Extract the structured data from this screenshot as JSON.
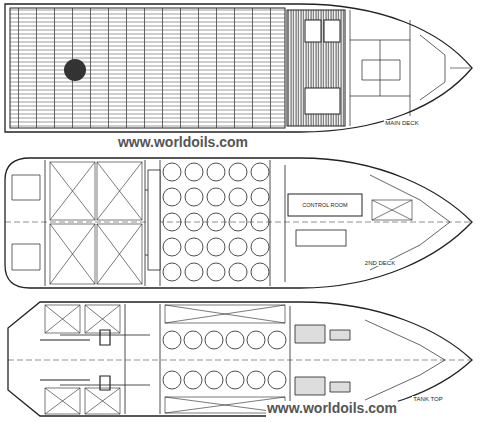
{
  "diagram": {
    "labels": [
      "MAIN DECK",
      "www.worldoils.com",
      "CONTROL ROOM",
      "2ND DECK",
      "TANK TOP",
      "www.worldoils.com"
    ]
  }
}
